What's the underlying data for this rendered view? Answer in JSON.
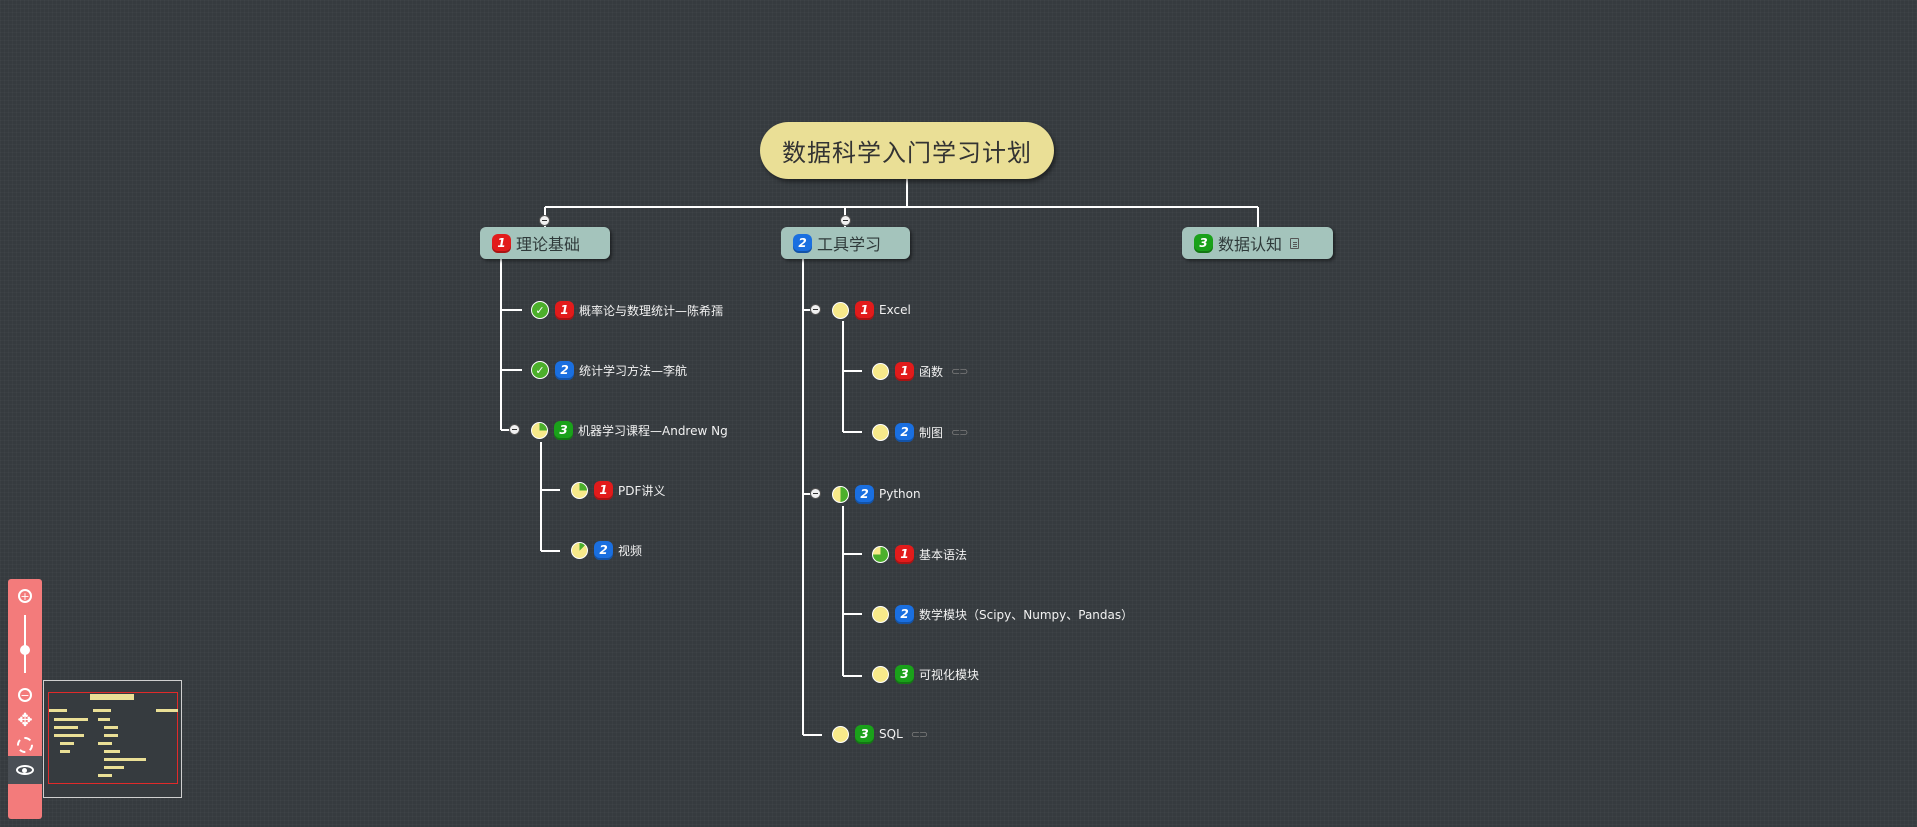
{
  "root": {
    "title": "数据科学入门学习计划"
  },
  "branches": {
    "theory": {
      "title": "理论基础",
      "priority": "1",
      "children": [
        {
          "priority": "1",
          "status": "done",
          "label": "概率论与数理统计—陈希孺"
        },
        {
          "priority": "2",
          "status": "done",
          "label": "统计学习方法—李航"
        },
        {
          "priority": "3",
          "progress": 0.25,
          "label": "机器学习课程—Andrew Ng",
          "children": [
            {
              "priority": "1",
              "progress": 0.25,
              "label": "PDF讲义"
            },
            {
              "priority": "2",
              "progress": 0.125,
              "label": "视频"
            }
          ]
        }
      ]
    },
    "tools": {
      "title": "工具学习",
      "priority": "2",
      "children": [
        {
          "priority": "1",
          "progress": 0,
          "label": "Excel",
          "children": [
            {
              "priority": "1",
              "progress": 0,
              "label": "函数",
              "has_link": true
            },
            {
              "priority": "2",
              "progress": 0,
              "label": "制图",
              "has_link": true
            }
          ]
        },
        {
          "priority": "2",
          "progress": 0.5,
          "label": "Python",
          "children": [
            {
              "priority": "1",
              "progress": 0.75,
              "label": "基本语法"
            },
            {
              "priority": "2",
              "progress": 0,
              "label": "数学模块（Scipy、Numpy、Pandas）"
            },
            {
              "priority": "3",
              "progress": 0,
              "label": "可视化模块"
            }
          ]
        },
        {
          "priority": "3",
          "progress": 0,
          "label": "SQL",
          "has_link": true
        }
      ]
    },
    "data": {
      "title": "数据认知",
      "priority": "3",
      "has_note": true
    }
  },
  "icons": {
    "zoom_in": "zoom-in-icon",
    "zoom_out": "zoom-out-icon",
    "move": "move-icon",
    "locate": "locate-icon",
    "navigator": "eye-icon",
    "link": "link-icon",
    "note": "note-icon"
  },
  "colors": {
    "background": "#363b3f",
    "root_fill": "#eadf96",
    "main_fill": "#a4c4bc",
    "priority_1": "#e21b1b",
    "priority_2": "#1a6fe0",
    "priority_3": "#1aa11a",
    "progress_fill": "#f7e98a",
    "progress_done": "#4caf2b",
    "toolbar": "#f37b7b"
  }
}
